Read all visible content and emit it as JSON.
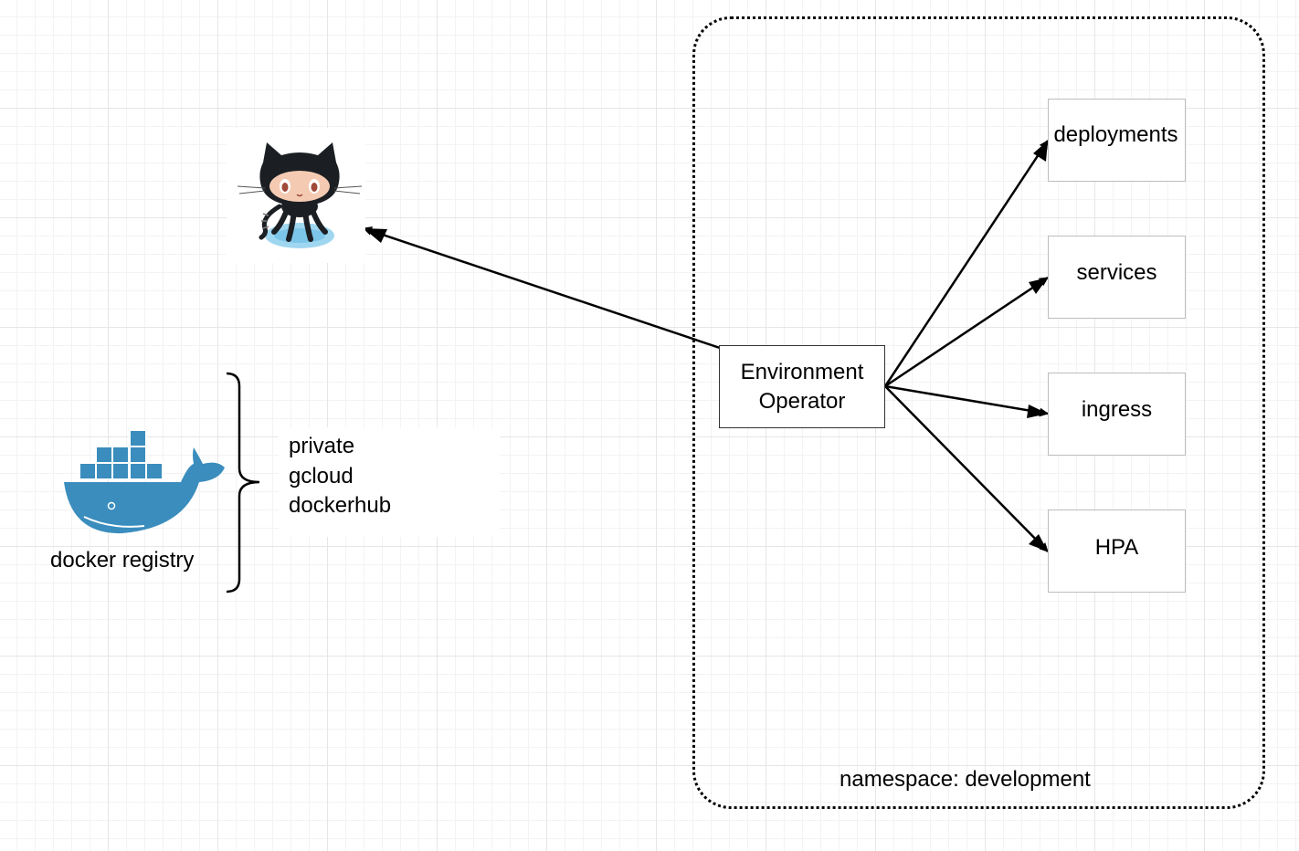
{
  "diagram": {
    "github_icon": "github-octocat-icon",
    "docker_icon": "docker-whale-icon",
    "docker_registry_label": "docker registry",
    "registry_options": [
      "private",
      "gcloud",
      "dockerhub"
    ],
    "environment_operator_label": "Environment\nOperator",
    "resources": [
      "deployments",
      "services",
      "ingress",
      "HPA"
    ],
    "namespace_label": "namespace: development"
  },
  "colors": {
    "docker_blue": "#3a8dbd",
    "octocat_black": "#1b1f23",
    "octocat_face": "#f4cbb2",
    "octocat_water": "#9fd6f0",
    "box_border_resource": "#bdbdbd",
    "box_border_operator": "#333333",
    "connector": "#000000"
  }
}
